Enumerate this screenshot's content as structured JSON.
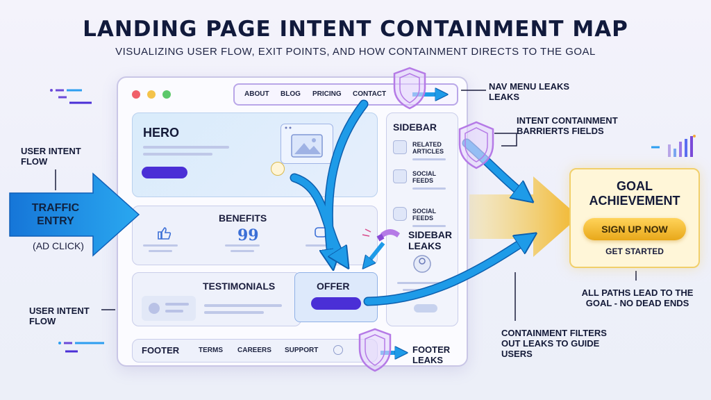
{
  "header": {
    "title": "LANDING PAGE INTENT CONTAINMENT MAP",
    "subtitle": "VISUALIZING USER FLOW, EXIT POINTS, AND HOW CONTAINMENT DIRECTS TO THE GOAL"
  },
  "nav": {
    "items": [
      "ABOUT",
      "BLOG",
      "PRICING",
      "CONTACT"
    ]
  },
  "sections": {
    "hero": "HERO",
    "benefits": "BENEFITS",
    "testimonials": "TESTIMONIALS",
    "offer": "OFFER",
    "footer": "FOOTER"
  },
  "sidebar": {
    "title": "SIDEBAR",
    "items": [
      {
        "label": "RELATED ARTICLES",
        "icon": "article-icon"
      },
      {
        "label": "SOCIAL FEEDS",
        "icon": "users-icon"
      },
      {
        "label": "SOCIAL FEEDS",
        "icon": "instagram-icon"
      }
    ]
  },
  "footer_links": [
    "TERMS",
    "CAREERS",
    "SUPPORT"
  ],
  "goal": {
    "title": "GOAL ACHIEVEMENT",
    "button": "SIGN UP NOW",
    "subtext": "GET STARTED"
  },
  "traffic": {
    "label": "TRAFFIC ENTRY",
    "sub": "(AD CLICK)"
  },
  "annotations": {
    "user_intent_top": "USER INTENT FLOW",
    "user_intent_bottom": "USER INTENT FLOW",
    "nav_leaks": "NAV MENU LEAKS LEAKS",
    "containment_barriers": "INTENT CONTAINMENT BARRIERTS FIELDS",
    "sidebar_leaks": "SIDEBAR LEAKS",
    "footer_leaks": "FOOTER LEAKS",
    "all_paths": "ALL PATHS LEAD TO THE GOAL - NO DEAD ENDS",
    "containment_filters": "CONTAINMENT FILTERS OUT LEAKS TO GUIDE USERS"
  },
  "colors": {
    "flow_blue": "#1e9be8",
    "shield_purple": "#b57ae6",
    "goal_gold": "#f3c23a",
    "cta_purple": "#4a2fd6"
  }
}
